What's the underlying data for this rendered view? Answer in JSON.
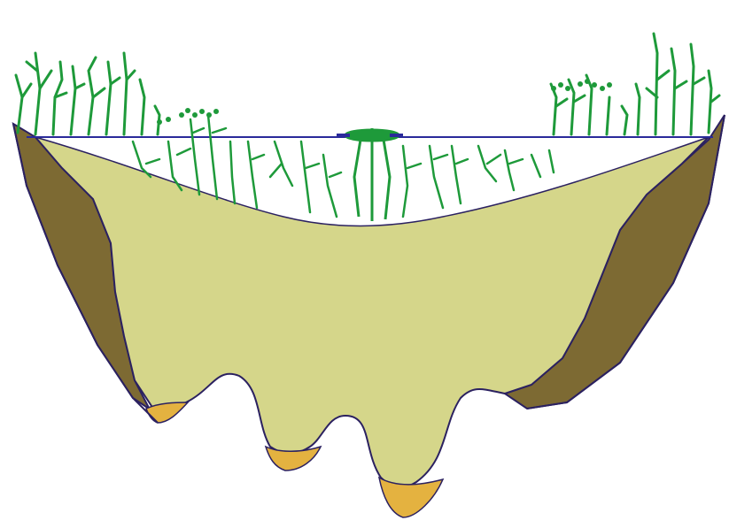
{
  "diagram": {
    "kind": "lake-basin-cross-section",
    "layers": [
      {
        "name": "basin-sediment-fill",
        "color": "#d5d68a"
      },
      {
        "name": "dark-bedrock-slope",
        "color": "#7d6a33"
      },
      {
        "name": "peat-pockets",
        "color": "#e4b240"
      },
      {
        "name": "open-water",
        "color": "#ffffff"
      },
      {
        "name": "aquatic-vegetation",
        "color": "#1e9a3a"
      }
    ],
    "outline_color": "#2b2160",
    "water_line_color": "#2a2a9a",
    "pockets": 3
  }
}
